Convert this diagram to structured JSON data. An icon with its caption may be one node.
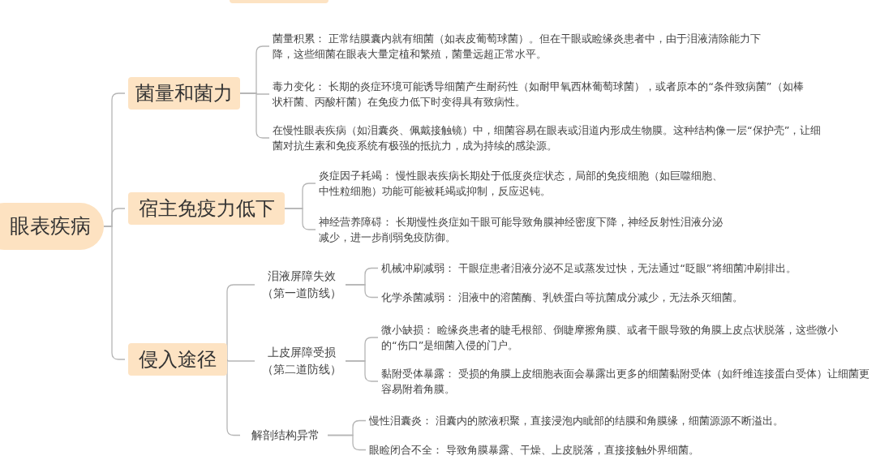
{
  "diagram": {
    "nodes": [
      {
        "text": [
          "眼表疾病"
        ]
      },
      {
        "text": [
          "菌量和菌力"
        ]
      },
      {
        "text": [
          "菌量积累： 正常结膜囊内就有细菌（如表皮葡萄球菌）。但在干眼或睑缘炎患者中，由于泪液清除能力下降，这些细菌在眼表大量定植和繁殖，菌量远超正常水平。"
        ]
      },
      {
        "text": [
          "毒力变化： 长期的炎症环境可能诱导细菌产生耐药性（如耐甲氧西林葡萄球菌），或者原本的“条件致病菌”（如棒状杆菌、丙酸杆菌）在免疫力低下时变得具有致病性。"
        ]
      },
      {
        "text": [
          "在慢性眼表疾病（如泪囊炎、佩戴接触镜）中，细菌容易在眼表或泪道内形成生物膜。这种结构像一层“保护壳”，让细菌对抗生素和免疫系统有极强的抵抗力，成为持续的感染源。"
        ]
      },
      {
        "text": [
          "宿主免疫力低下"
        ]
      },
      {
        "text": [
          "炎症因子耗竭： 慢性眼表疾病长期处于低度炎症状态，局部的免疫细胞（如巨噬细胞、中性粒细胞）功能可能被耗竭或抑制，反应迟钝。"
        ]
      },
      {
        "text": [
          "神经营养障碍： 长期慢性炎症如干眼可能导致角膜神经密度下降，神经反射性泪液分泌减少，进一步削弱免疫防御。"
        ]
      },
      {
        "text": [
          "侵入途径"
        ]
      },
      {
        "text": [
          "泪液屏障失效（第一道防线）"
        ]
      },
      {
        "text": [
          "机械冲刷减弱： 干眼症患者泪液分泌不足或蒸发过快，无法通过“眨眼”将细菌冲刷排出。"
        ]
      },
      {
        "text": [
          "化学杀菌减弱： 泪液中的溶菌酶、乳铁蛋白等抗菌成分减少，无法杀灭细菌。"
        ]
      },
      {
        "text": [
          "上皮屏障受损（第二道防线）"
        ]
      },
      {
        "text": [
          "微小缺损： 睑缘炎患者的睫毛根部、倒睫摩擦角膜、或者干眼导致的角膜上皮点状脱落，这些微小的“伤口”是细菌入侵的门户。"
        ]
      },
      {
        "text": [
          "黏附受体暴露： 受损的角膜上皮细胞表面会暴露出更多的细菌黏附受体（如纤维连接蛋白受体）让细菌更容易附着角膜。"
        ]
      },
      {
        "text": [
          "解剖结构异常"
        ]
      },
      {
        "text": [
          "慢性泪囊炎： 泪囊内的脓液积聚，直接浸泡内眦部的结膜和角膜缘，细菌源源不断溢出。"
        ]
      },
      {
        "text": [
          "眼睑闭合不全： 导致角膜暴露、干燥、上皮脱落，直接接触外界细菌。"
        ]
      },
      {
        "text": [],
        "shape": "box"
      }
    ],
    "edges": [
      {
        "from": 0,
        "to": 1,
        "arrow": "none"
      },
      {
        "from": 0,
        "to": 5,
        "arrow": "none"
      },
      {
        "from": 0,
        "to": 8,
        "arrow": "none"
      },
      {
        "from": 1,
        "to": 2,
        "arrow": "none"
      },
      {
        "from": 1,
        "to": 3,
        "arrow": "none"
      },
      {
        "from": 1,
        "to": 4,
        "arrow": "none"
      },
      {
        "from": 5,
        "to": 6,
        "arrow": "none"
      },
      {
        "from": 5,
        "to": 7,
        "arrow": "none"
      },
      {
        "from": 8,
        "to": 9,
        "arrow": "none"
      },
      {
        "from": 8,
        "to": 12,
        "arrow": "none"
      },
      {
        "from": 8,
        "to": 15,
        "arrow": "none"
      },
      {
        "from": 9,
        "to": 10,
        "arrow": "none"
      },
      {
        "from": 9,
        "to": 11,
        "arrow": "none"
      },
      {
        "from": 12,
        "to": 13,
        "arrow": "none"
      },
      {
        "from": 12,
        "to": 14,
        "arrow": "none"
      },
      {
        "from": 15,
        "to": 16,
        "arrow": "none"
      },
      {
        "from": 15,
        "to": 17,
        "arrow": "none"
      }
    ]
  }
}
